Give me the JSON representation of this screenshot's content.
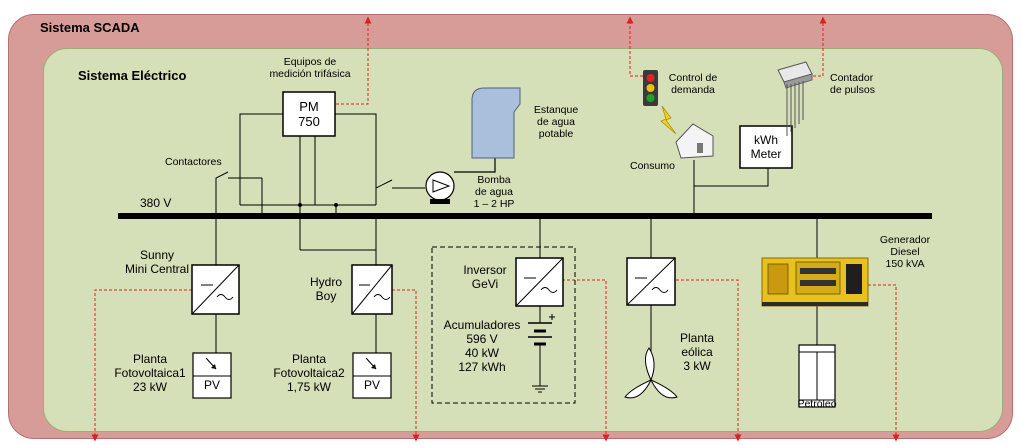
{
  "scada_title": "Sistema SCADA",
  "electric_title": "Sistema Eléctrico",
  "bus_voltage": "380 V",
  "meter_equipment": {
    "line1": "Equipos de",
    "line2": "medición trifásica"
  },
  "pm": {
    "line1": "PM",
    "line2": "750"
  },
  "contactors": "Contactores",
  "tank": {
    "line1": "Estanque",
    "line2": "de agua",
    "line3": "potable"
  },
  "pump": {
    "line1": "Bomba",
    "line2": "de agua",
    "line3": "1 – 2 HP"
  },
  "demand_control": {
    "line1": "Control de",
    "line2": "demanda"
  },
  "consumption": "Consumo",
  "kwh_meter": {
    "line1": "kWh",
    "line2": "Meter"
  },
  "pulse_counter": {
    "line1": "Contador",
    "line2": "de pulsos"
  },
  "sunny": {
    "line1": "Sunny",
    "line2": "Mini Central"
  },
  "hydro": {
    "line1": "Hydro",
    "line2": "Boy"
  },
  "inverter": {
    "line1": "Inversor",
    "line2": "GeVi"
  },
  "batteries": {
    "line1": "Acumuladores",
    "line2": "596 V",
    "line3": "40 kW",
    "line4": "127 kWh"
  },
  "pv1": {
    "line1": "Planta",
    "line2": "Fotovoltaica1",
    "line3": "23 kW"
  },
  "pv2": {
    "line1": "Planta",
    "line2": "Fotovoltaica2",
    "line3": "1,75 kW"
  },
  "pv_label": "PV",
  "wind": {
    "line1": "Planta",
    "line2": "eólica",
    "line3": "3 kW"
  },
  "generator": {
    "line1": "Generador",
    "line2": "Diesel",
    "line3": "150 kVA"
  },
  "fuel": "Petróleo",
  "colors": {
    "scada_bg": "#d79c98",
    "electric_bg": "#d5dfb8",
    "signal": "#e0201e",
    "tank": "#a9bfdc",
    "generator": "#e8c020"
  }
}
